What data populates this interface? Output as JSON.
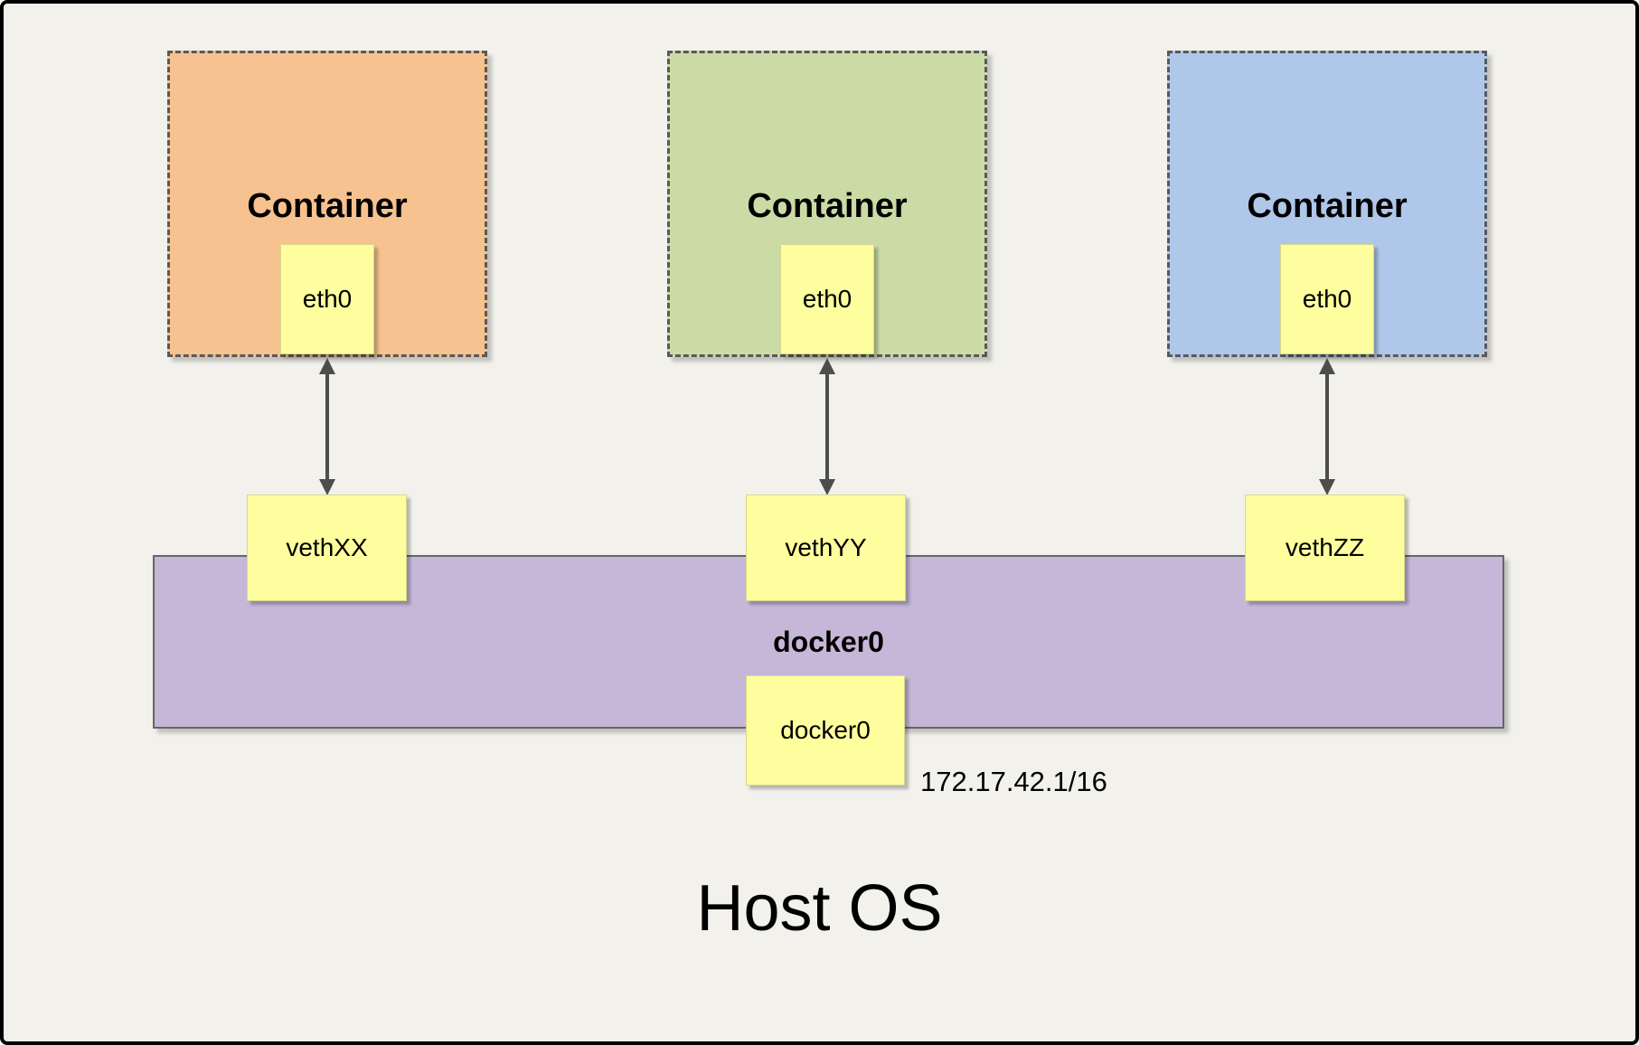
{
  "host": {
    "label": "Host OS"
  },
  "bridge": {
    "name": "docker0",
    "interface": "docker0",
    "ip": "172.17.42.1/16"
  },
  "containers": [
    {
      "label": "Container",
      "interface": "eth0",
      "veth": "vethXX",
      "fill": "#F6C28F"
    },
    {
      "label": "Container",
      "interface": "eth0",
      "veth": "vethYY",
      "fill": "#CBDBA5"
    },
    {
      "label": "Container",
      "interface": "eth0",
      "veth": "vethZZ",
      "fill": "#AFC7E8"
    }
  ],
  "colors": {
    "background": "#F2F1EC",
    "note_fill": "#FEFE9E",
    "bridge_fill": "#C6B7D9",
    "arrow": "#4D4D4D",
    "outer_border": "#000000"
  }
}
